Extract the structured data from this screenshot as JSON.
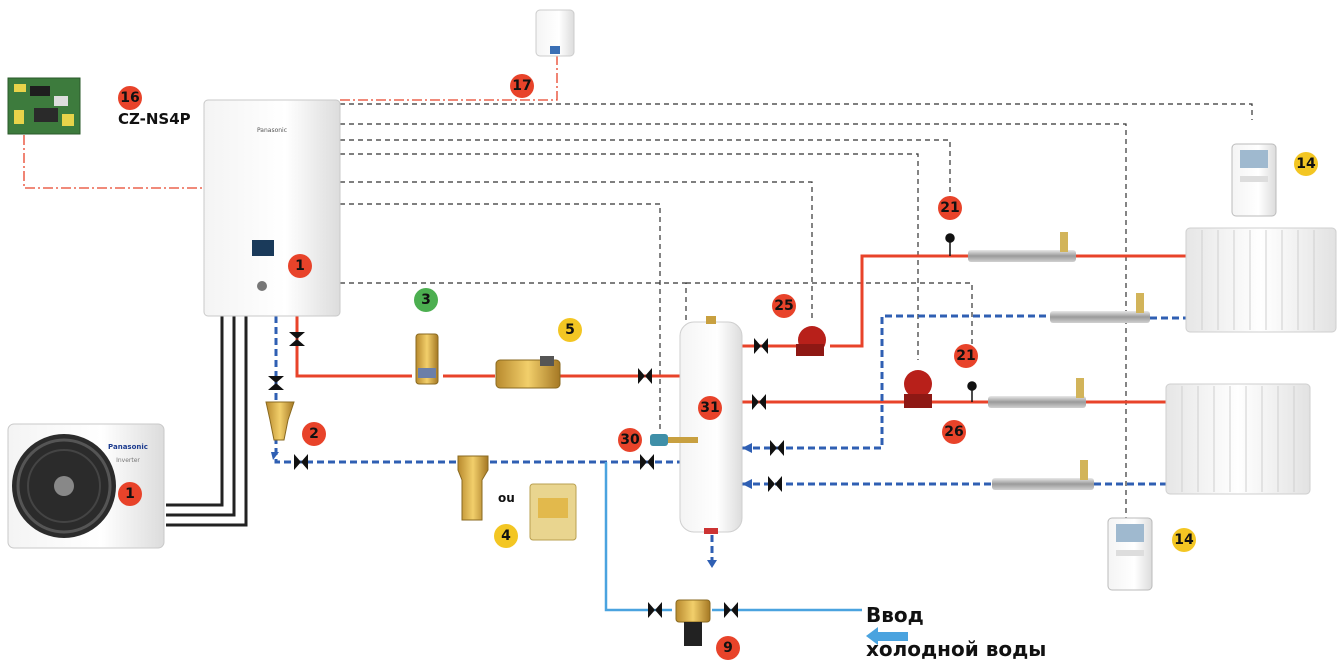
{
  "labels": {
    "controller_model": "CZ-NS4P",
    "or_text": "ou",
    "water_inlet_line1": "Ввод",
    "water_inlet_line2": "холодной воды",
    "brand_text": "Panasonic",
    "inverter_text": "Inverter"
  },
  "badges": [
    {
      "id": "indoor-unit",
      "number": "1",
      "color": "red"
    },
    {
      "id": "outdoor-unit",
      "number": "1",
      "color": "red"
    },
    {
      "id": "strainer",
      "number": "2",
      "color": "red"
    },
    {
      "id": "flow-switch",
      "number": "3",
      "color": "green"
    },
    {
      "id": "filter",
      "number": "4",
      "color": "yellow"
    },
    {
      "id": "expansion",
      "number": "5",
      "color": "yellow"
    },
    {
      "id": "mixing-valve",
      "number": "9",
      "color": "red"
    },
    {
      "id": "thermostat-top",
      "number": "14",
      "color": "yellow"
    },
    {
      "id": "thermostat-bottom",
      "number": "14",
      "color": "yellow"
    },
    {
      "id": "controller-board",
      "number": "16",
      "color": "red"
    },
    {
      "id": "room-sensor",
      "number": "17",
      "color": "red"
    },
    {
      "id": "sensor-top",
      "number": "21",
      "color": "red"
    },
    {
      "id": "sensor-bottom",
      "number": "21",
      "color": "red"
    },
    {
      "id": "pump-top",
      "number": "25",
      "color": "red"
    },
    {
      "id": "pump-bottom",
      "number": "26",
      "color": "red"
    },
    {
      "id": "tank-sensor",
      "number": "30",
      "color": "red"
    },
    {
      "id": "buffer-tank",
      "number": "31",
      "color": "red"
    }
  ],
  "colors": {
    "red": "#e8432a",
    "yellow": "#f3c623",
    "green": "#4caf50",
    "flow": "#e8432a",
    "return": "#2f5fb3",
    "cold_water": "#4aa3df",
    "signal": "#333333",
    "comm": "#e8432a"
  }
}
